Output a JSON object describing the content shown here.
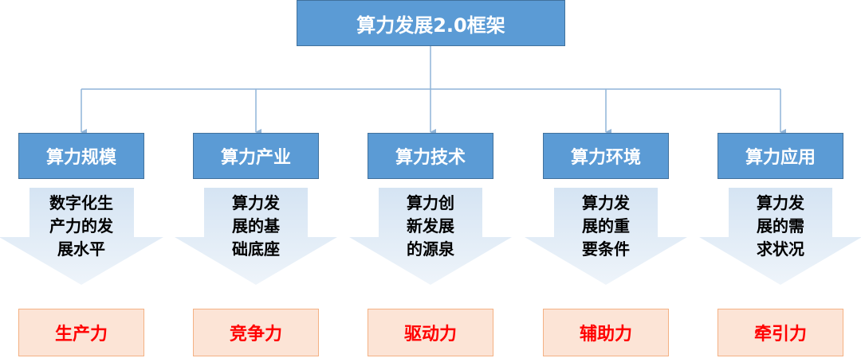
{
  "title": "算力发展2.0框架",
  "columns": [
    {
      "heading": "算力规模",
      "description": "数字化生\n产力的发\n展水平",
      "result": "生产力"
    },
    {
      "heading": "算力产业",
      "description": "算力发\n展的基\n础底座",
      "result": "竞争力"
    },
    {
      "heading": "算力技术",
      "description": "算力创\n新发展\n的源泉",
      "result": "驱动力"
    },
    {
      "heading": "算力环境",
      "description": "算力发\n展的重\n要条件",
      "result": "辅助力"
    },
    {
      "heading": "算力应用",
      "description": "算力发\n展的需\n求状况",
      "result": "牵引力"
    }
  ],
  "colors": {
    "box_fill": "#5b9bd5",
    "box_border": "#41719c",
    "arrow_fill": "#dce9f5",
    "connector": "#8fb4d8",
    "result_fill": "#fce4d6",
    "result_text": "#ff0000"
  }
}
